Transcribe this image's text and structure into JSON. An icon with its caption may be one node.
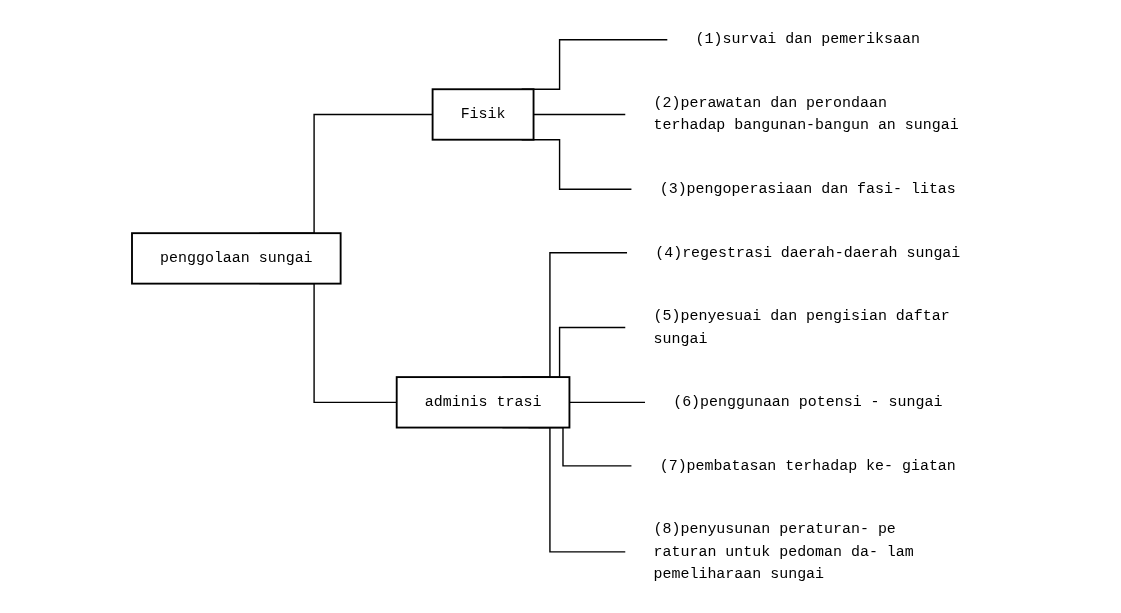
{
  "diagram": {
    "nodes": [
      {
        "text": [
          "penggolaan sungai"
        ]
      },
      {
        "text": [
          "Fisik"
        ]
      },
      {
        "text": [
          "adminis trasi"
        ]
      },
      {
        "text": [
          "(1)survai dan pemeriksaan"
        ]
      },
      {
        "text": [
          "(2)perawatan dan perondaan terhadap bangunan-bangun an sungai"
        ]
      },
      {
        "text": [
          "(3)pengoperasiaan dan fasi- litas"
        ]
      },
      {
        "text": [
          "(4)regestrasi daerah-daerah sungai"
        ]
      },
      {
        "text": [
          "(5)penyesuai dan pengisian daftar sungai"
        ]
      },
      {
        "text": [
          "(6)penggunaan  potensi - sungai"
        ]
      },
      {
        "text": [
          "(7)pembatasan terhadap ke- giatan"
        ]
      },
      {
        "text": [
          "(8)penyusunan peraturan- pe raturan untuk pedoman da- lam pemeliharaan sungai"
        ]
      }
    ],
    "edges": [
      {
        "from": 0,
        "to": 1,
        "arrow": "none"
      },
      {
        "from": 0,
        "to": 2,
        "arrow": "none"
      },
      {
        "from": 1,
        "to": 3,
        "arrow": "none"
      },
      {
        "from": 1,
        "to": 4,
        "arrow": "none"
      },
      {
        "from": 1,
        "to": 5,
        "arrow": "none"
      },
      {
        "from": 2,
        "to": 6,
        "arrow": "none"
      },
      {
        "from": 2,
        "to": 7,
        "arrow": "none"
      },
      {
        "from": 2,
        "to": 8,
        "arrow": "none"
      },
      {
        "from": 2,
        "to": 9,
        "arrow": "none"
      },
      {
        "from": 2,
        "to": 10,
        "arrow": "none"
      }
    ]
  }
}
